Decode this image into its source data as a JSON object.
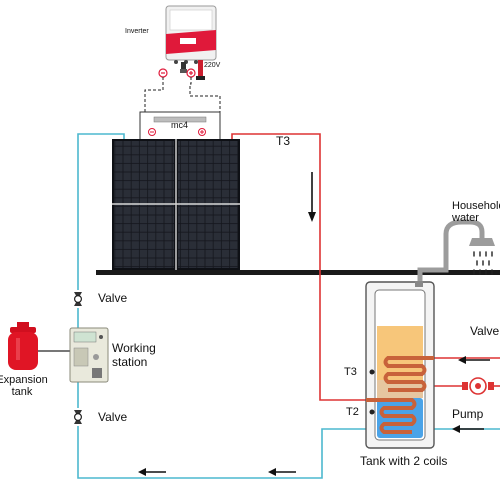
{
  "diagram": {
    "inverter": {
      "label": "Inverter",
      "voltage": "220V"
    },
    "connector": {
      "label": "mc4"
    },
    "pipe_labels": {
      "t3_top": "T3"
    },
    "household": {
      "line1": "Household",
      "line2": "water"
    },
    "valves": {
      "upper": "Valve",
      "lower": "Valve",
      "right": "Valve"
    },
    "working_station": {
      "line1": "Working",
      "line2": "station"
    },
    "expansion_tank": {
      "line1": "Expansion",
      "line2": "tank"
    },
    "sensors": {
      "t3": "T3",
      "t2": "T2"
    },
    "pump": {
      "label": "Pump"
    },
    "tank": {
      "label": "Tank with 2 coils"
    },
    "colors": {
      "hot_pipe": "#dd3333",
      "cold_pipe": "#4cb8cf",
      "inverter_red": "#e0193a",
      "hot_water": "#f7c67a",
      "cold_water": "#4aa3e8",
      "coil": "#c8623a"
    }
  }
}
